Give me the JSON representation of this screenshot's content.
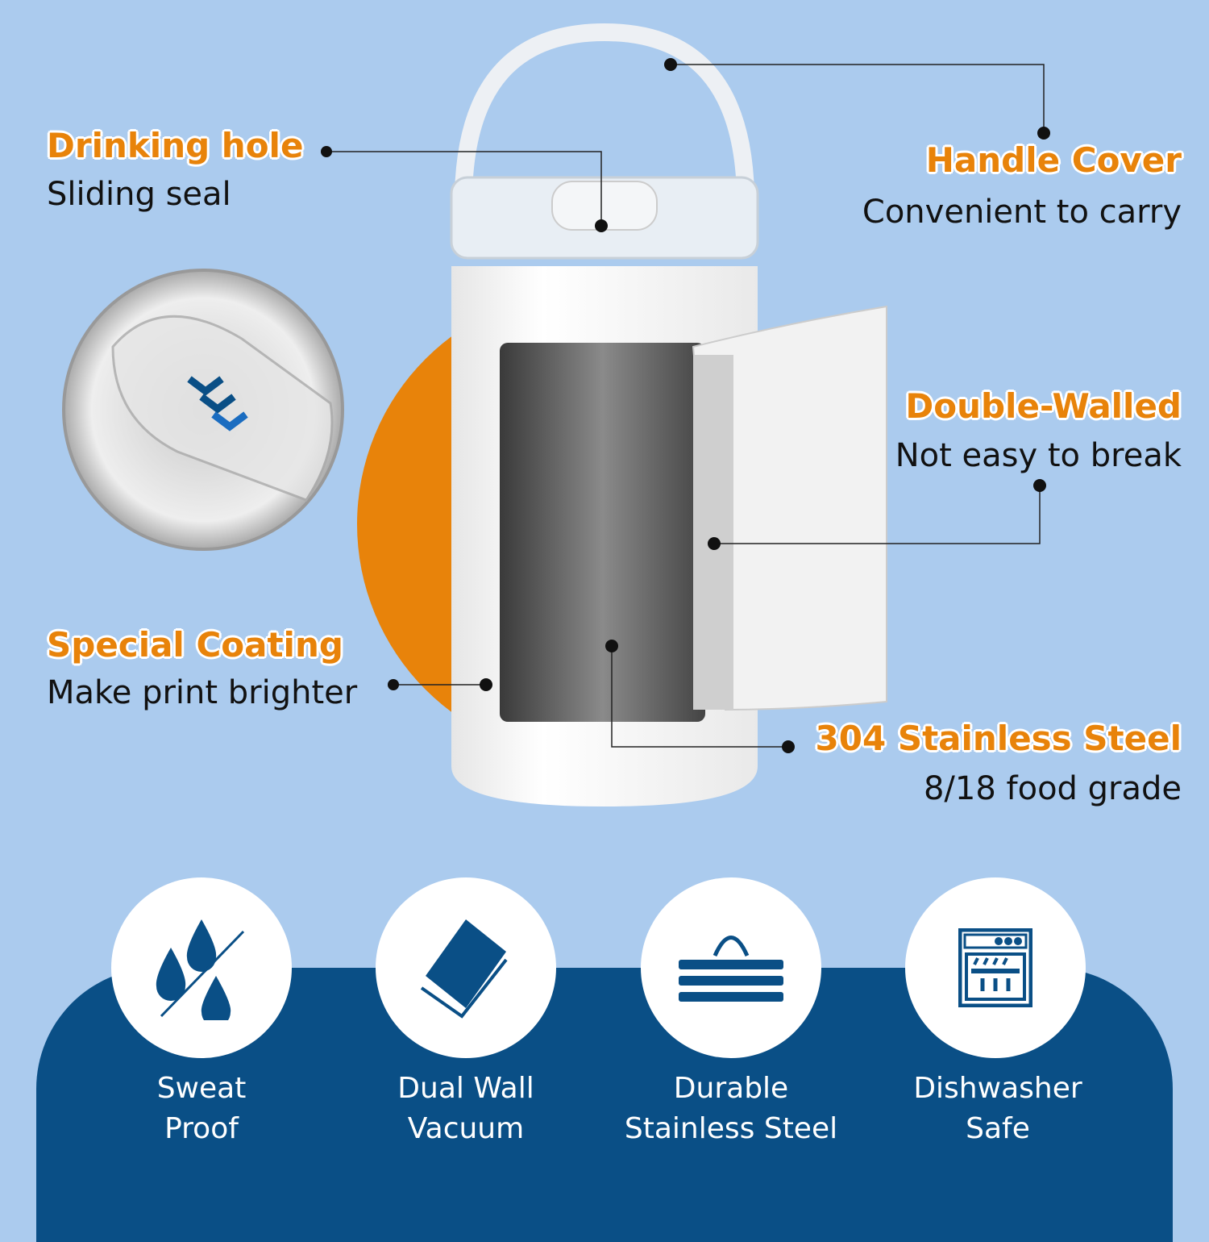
{
  "callouts": [
    {
      "title": "Drinking hole",
      "subtitle": "Sliding seal"
    },
    {
      "title": "Handle Cover",
      "subtitle": "Convenient to carry"
    },
    {
      "title": "Double-Walled",
      "subtitle": "Not easy to break"
    },
    {
      "title": "Special Coating",
      "subtitle": "Make print brighter"
    },
    {
      "title": "304 Stainless Steel",
      "subtitle": "8/18 food grade"
    }
  ],
  "features": [
    {
      "line1": "Sweat",
      "line2": "Proof",
      "icon": "water-drops-icon"
    },
    {
      "line1": "Dual Wall",
      "line2": "Vacuum",
      "icon": "dual-wall-icon"
    },
    {
      "line1": "Durable",
      "line2": "Stainless Steel",
      "icon": "durable-steel-icon"
    },
    {
      "line1": "Dishwasher",
      "line2": "Safe",
      "icon": "dishwasher-icon"
    }
  ],
  "colors": {
    "background": "#abcbee",
    "accent": "#e8830a",
    "panel": "#0a4f86"
  }
}
